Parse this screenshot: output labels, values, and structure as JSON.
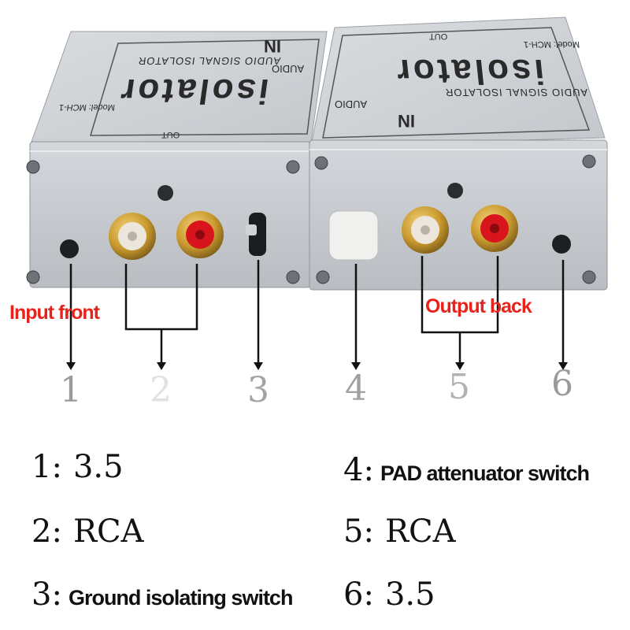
{
  "device": {
    "left_unit": {
      "brand": "isolator",
      "prefix": "IN",
      "subtitle": "AUDIO SIGNAL ISOLATOR",
      "model": "Model: MCH-1",
      "side_label": "AUDIO",
      "out_mark": "OUT"
    },
    "right_unit": {
      "brand": "isolator",
      "prefix": "IN",
      "subtitle": "AUDIO SIGNAL ISOLATOR",
      "model": "Model: MCH-1",
      "side_label": "AUDIO",
      "out_mark": "OUT"
    }
  },
  "callouts": {
    "input": "Input front",
    "output": "Output back"
  },
  "numbers": [
    "1",
    "2",
    "3",
    "4",
    "5",
    "6"
  ],
  "legend": [
    {
      "key": "1:",
      "value": "3.5"
    },
    {
      "key": "2:",
      "value": "RCA"
    },
    {
      "key": "3:",
      "value": "Ground isolating switch"
    },
    {
      "key": "4:",
      "value": "PAD attenuator switch"
    },
    {
      "key": "5:",
      "value": "RCA"
    },
    {
      "key": "6:",
      "value": "3.5"
    }
  ],
  "colors": {
    "callout_red": "#e8231c",
    "chassis": "#c9cdd2",
    "rca_red": "#d8141d",
    "rca_white": "#ece6dc",
    "gold": "#c99a2e"
  }
}
